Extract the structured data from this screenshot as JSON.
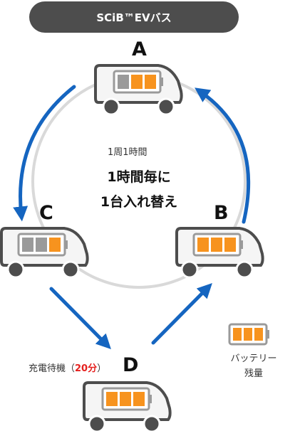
{
  "header": {
    "title": "SCiB™EVバス"
  },
  "center": {
    "cycle": "1周1時間",
    "line1": "1時間毎に",
    "line2": "1台入れ替え"
  },
  "stops": {
    "a": "A",
    "b": "B",
    "c": "C",
    "d": "D"
  },
  "waiting": {
    "label": "充電待機（",
    "time": "20分",
    "close": "）"
  },
  "legend": {
    "line1": "バッテリー",
    "line2": "残量"
  },
  "batteries": {
    "a": {
      "cells": [
        "gray",
        "orange",
        "orange"
      ]
    },
    "b": {
      "cells": [
        "orange",
        "orange",
        "orange"
      ]
    },
    "c": {
      "cells": [
        "gray",
        "gray",
        "orange"
      ]
    },
    "d": {
      "cells": [
        "orange",
        "orange",
        "orange"
      ]
    },
    "legend": {
      "cells": [
        "orange",
        "orange",
        "orange"
      ]
    }
  },
  "colors": {
    "arrow": "#1565c0",
    "circle": "#d9d9d9",
    "bus_outline": "#4d4d4d",
    "bus_body": "#f5f5f5",
    "wheel": "#4d4d4d",
    "orange": "#f7931e",
    "gray": "#9a9a9a",
    "header_bg": "#4d4d4d",
    "accent_red": "#e5201e"
  }
}
